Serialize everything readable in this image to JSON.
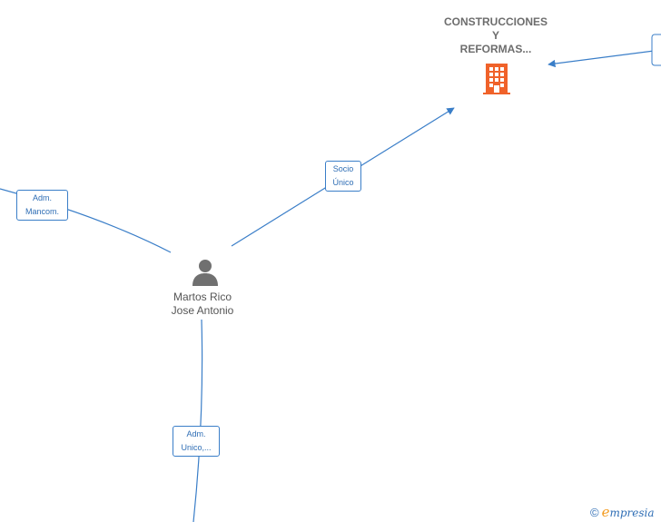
{
  "company": {
    "name_lines": [
      "CONSTRUCCIONES",
      "Y",
      "REFORMAS..."
    ],
    "icon": "building-icon",
    "icon_color": "#f0622a"
  },
  "person": {
    "name_lines": [
      "Martos Rico",
      "Jose Antonio"
    ],
    "icon": "person-icon",
    "icon_color": "#707070"
  },
  "relations": {
    "socio_unico": [
      "Socio",
      "Único"
    ],
    "adm_mancom": [
      "Adm.",
      "Mancom."
    ],
    "adm_unico": [
      "Adm.",
      "Unico,..."
    ]
  },
  "watermark": {
    "copyright": "©",
    "brand_first": "e",
    "brand_rest": "mpresia"
  },
  "colors": {
    "edge": "#3a7ec8",
    "label_text": "#2f6eb5",
    "accent": "#f39a1e"
  }
}
